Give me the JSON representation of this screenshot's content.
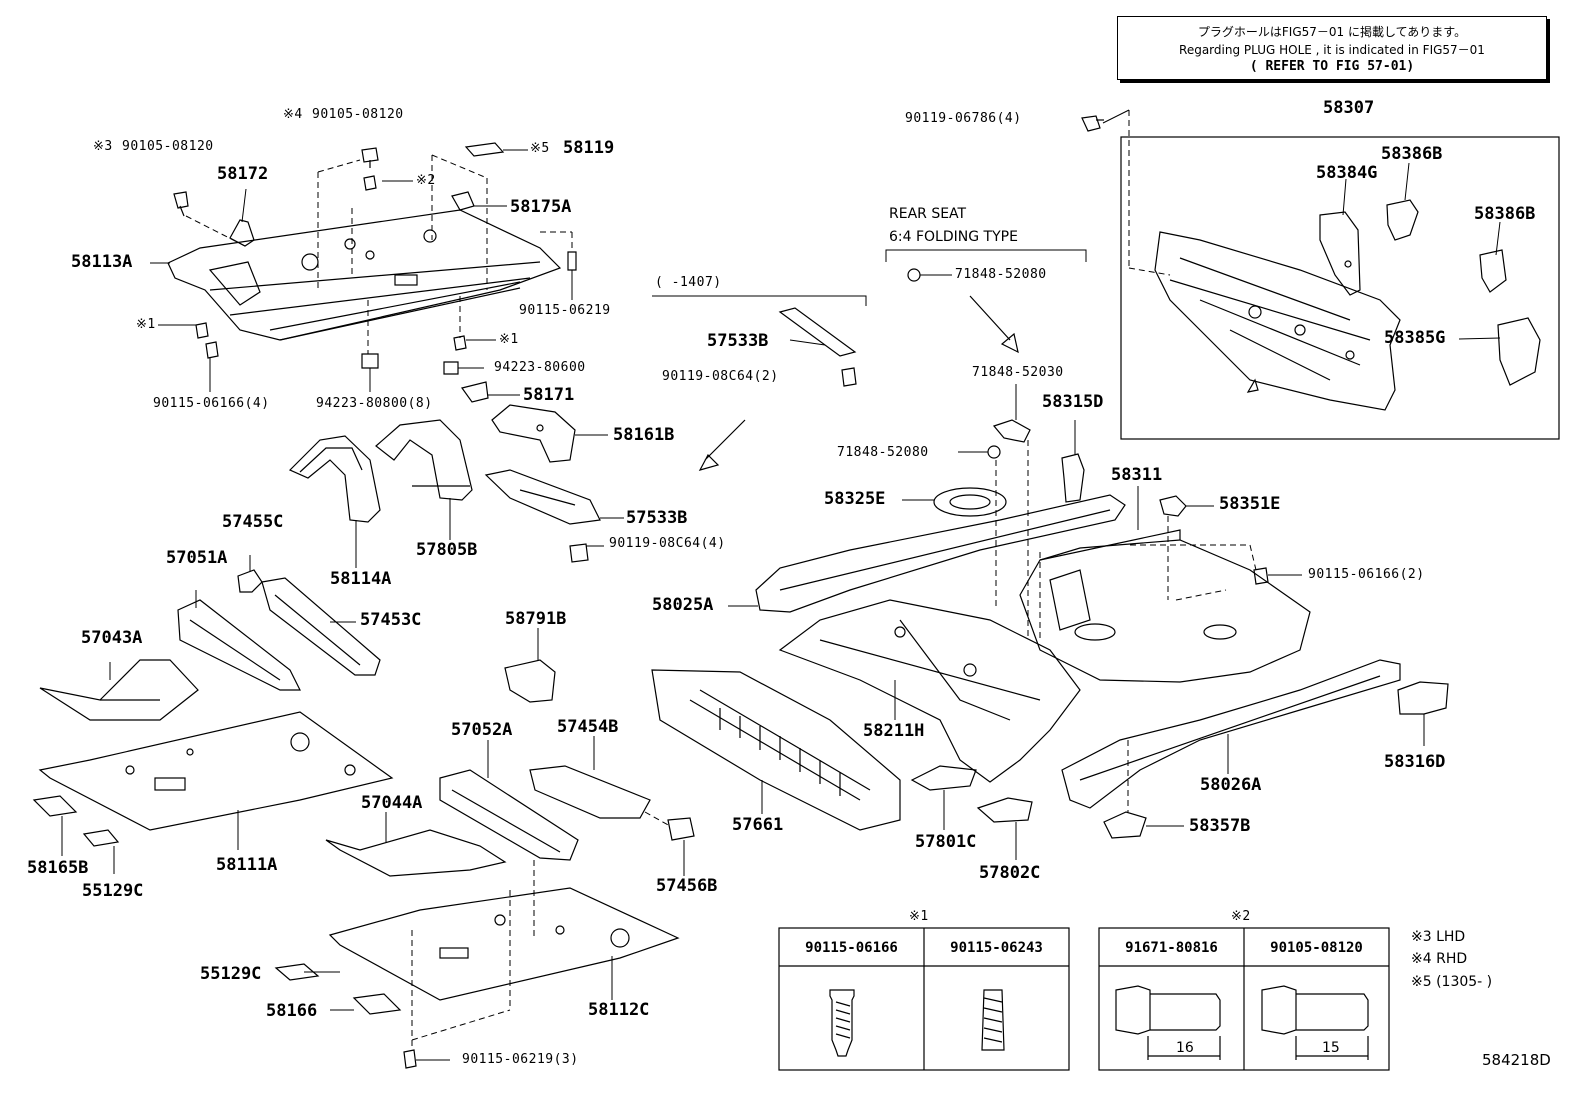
{
  "note": {
    "line1": "プラグホールはFIG57－01 に掲載してあります。",
    "line2": "Regarding PLUG HOLE , it is indicated in FIG57－01",
    "line3": "( REFER TO FIG 57-01)"
  },
  "labels": {
    "p58307": "58307",
    "p58386b_1": "58386B",
    "p58384g": "58384G",
    "p58386b_2": "58386B",
    "p58385g": "58385G",
    "p90119_06786": "90119-06786(4)",
    "p58119": "58119",
    "p58175a": "58175A",
    "p58172": "58172",
    "p58113a": "58113A",
    "p90105_08120_a": "90105-08120",
    "p90105_08120_b": "90105-08120",
    "p90115_06219": "90115-06219",
    "p94223_80600": "94223-80600",
    "p90115_06166_4": "90115-06166(4)",
    "p94223_80800": "94223-80800(8)",
    "p58171": "58171",
    "p58161b": "58161B",
    "p1407": "(    -1407)",
    "p57533b_1": "57533B",
    "p90119_08c64_2": "90119-08C64(2)",
    "p57533b_2": "57533B",
    "p90119_08c64_4": "90119-08C64(4)",
    "p58114a": "58114A",
    "p57805b": "57805B",
    "p57455c": "57455C",
    "p57051a": "57051A",
    "p57453c": "57453C",
    "p57043a": "57043A",
    "p58791b": "58791B",
    "p57052a": "57052A",
    "p57454b": "57454B",
    "p57044a": "57044A",
    "p58111a": "58111A",
    "p58165b": "58165B",
    "p55129c_1": "55129C",
    "p55129c_2": "55129C",
    "p58166": "58166",
    "p58112c": "58112C",
    "p90115_06219_3": "90115-06219(3)",
    "p57456b": "57456B",
    "p57661": "57661",
    "p58211h": "58211H",
    "p57801c": "57801C",
    "p57802c": "57802C",
    "p58025a": "58025A",
    "p58325e": "58325E",
    "p71848_52080_1": "71848-52080",
    "p71848_52080_2": "71848-52080",
    "p71848_52030": "71848-52030",
    "p58315d": "58315D",
    "p58311": "58311",
    "p58351e": "58351E",
    "p90115_06166_2": "90115-06166(2)",
    "p58316d": "58316D",
    "p58026a": "58026A",
    "p58357b": "58357B",
    "rear_seat_1": "REAR SEAT",
    "rear_seat_2": "6:4 FOLDING TYPE",
    "m1": "※1",
    "m1b": "※1",
    "m2": "※2",
    "m3": "※3",
    "m4": "※4",
    "m5": "※5",
    "diagram_id": "584218D"
  },
  "legend": {
    "t1_title": "※1",
    "t1_col1": "90115-06166",
    "t1_col2": "90115-06243",
    "t2_title": "※2",
    "t2_col1": "91671-80816",
    "t2_col2": "90105-08120",
    "dim16": "16",
    "dim15": "15",
    "lhd": "※3 LHD",
    "rhd": "※4 RHD",
    "s5": "※5 (1305-     )"
  }
}
